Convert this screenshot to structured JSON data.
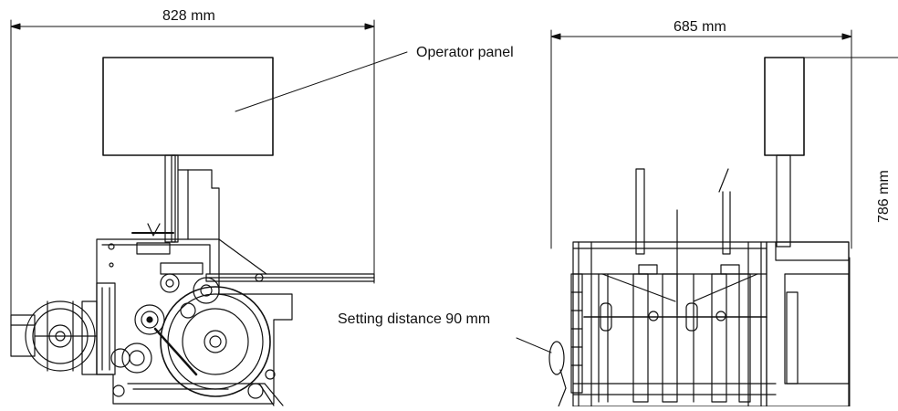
{
  "dimensions": {
    "left_width": "828 mm",
    "right_width": "685 mm",
    "right_height": "786 mm"
  },
  "labels": {
    "operator_panel": "Operator panel",
    "setting_distance": "Setting distance 90 mm"
  }
}
